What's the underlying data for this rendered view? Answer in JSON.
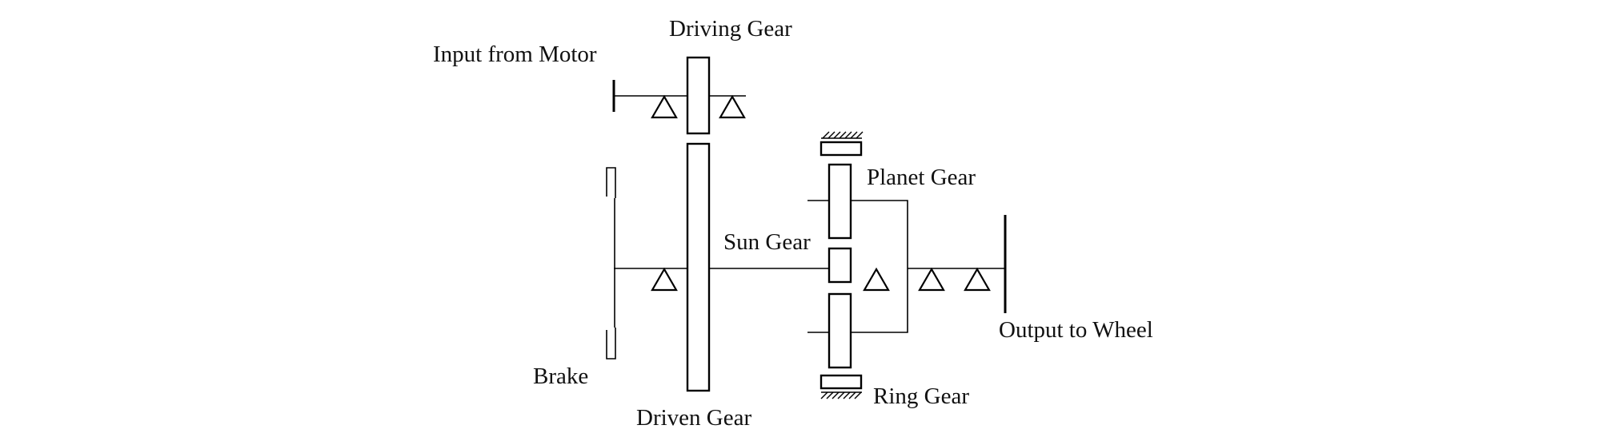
{
  "labels": {
    "driving_gear": "Driving Gear",
    "input_from_motor": "Input from Motor",
    "planet_gear": "Planet Gear",
    "sun_gear": "Sun Gear",
    "output_to_wheel": "Output to Wheel",
    "brake": "Brake",
    "ring_gear": "Ring Gear",
    "driven_gear": "Driven Gear"
  }
}
